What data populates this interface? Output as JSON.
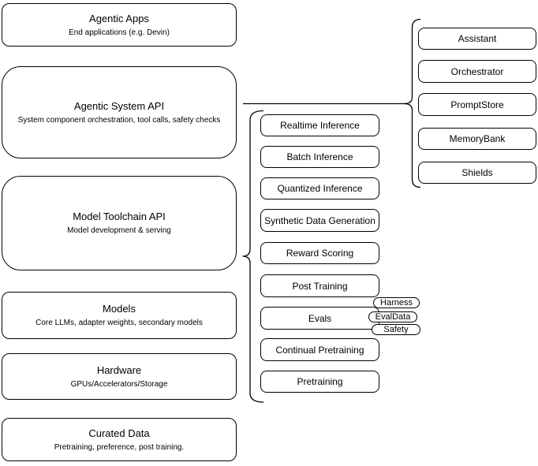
{
  "diagram": {
    "colors": {
      "stroke": "#000000",
      "node_fill": "#ffffff",
      "background": "#ffffff",
      "text": "#000000"
    },
    "stack": [
      {
        "title": "Agentic Apps",
        "subtitle": "End applications (e.g. Devin)"
      },
      {
        "title": "Agentic System API",
        "subtitle": "System component orchestration, tool calls, safety checks"
      },
      {
        "title": "Model Toolchain API",
        "subtitle": "Model development & serving"
      },
      {
        "title": "Models",
        "subtitle": "Core LLMs, adapter weights, secondary models"
      },
      {
        "title": "Hardware",
        "subtitle": "GPUs/Accelerators/Storage"
      },
      {
        "title": "Curated Data",
        "subtitle": "Pretraining, preference, post training."
      }
    ],
    "toolchain_services": [
      "Realtime Inference",
      "Batch Inference",
      "Quantized Inference",
      "Synthetic Data Generation",
      "Reward Scoring",
      "Post Training",
      "Evals",
      "Continual Pretraining",
      "Pretraining"
    ],
    "eval_components": [
      "Harness",
      "EvalData",
      "Safety"
    ],
    "agentic_services": [
      "Assistant",
      "Orchestrator",
      "PromptStore",
      "MemoryBank",
      "Shields"
    ]
  }
}
